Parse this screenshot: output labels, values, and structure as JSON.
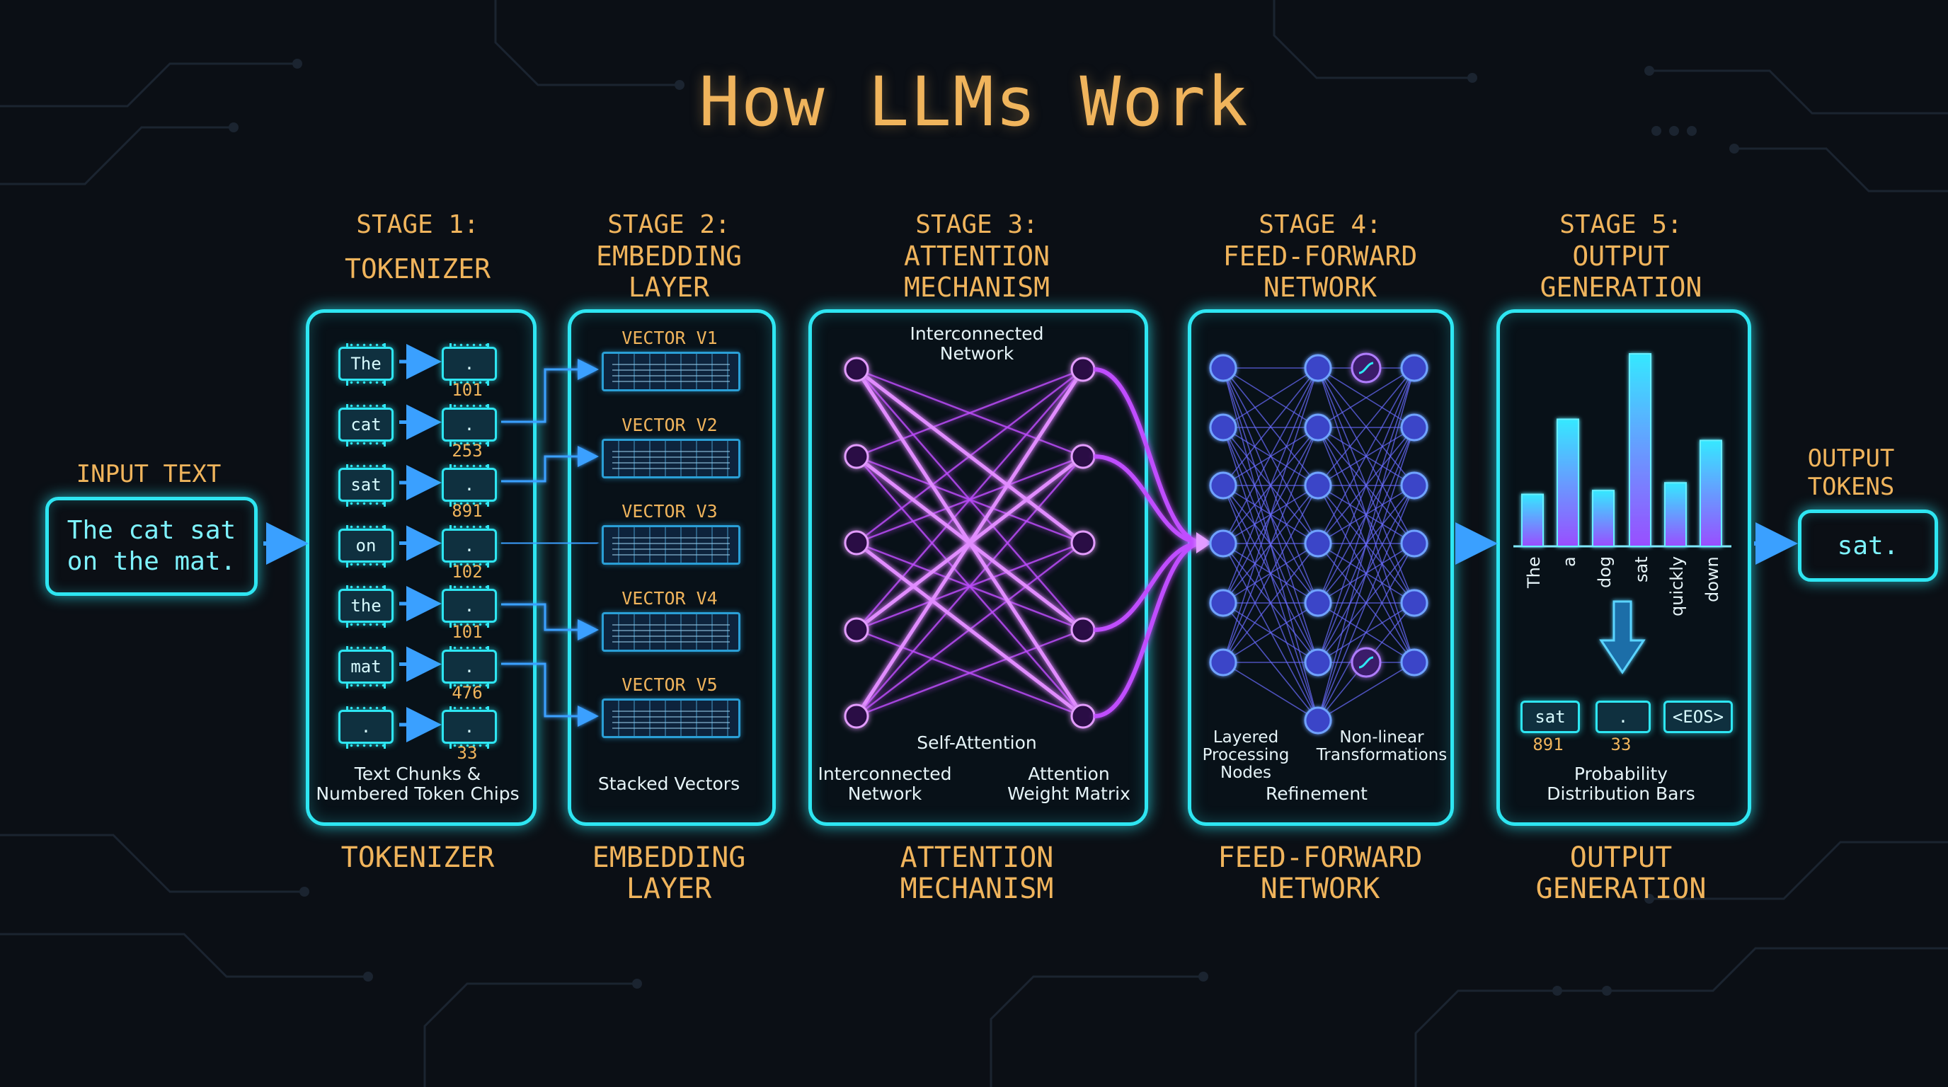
{
  "title": "How LLMs Work",
  "input": {
    "label": "INPUT TEXT",
    "line1": "The cat sat",
    "line2": "on the mat."
  },
  "output": {
    "label_line1": "OUTPUT",
    "label_line2": "TOKENS",
    "value": "sat."
  },
  "stages": [
    {
      "number": "STAGE 1:",
      "title_lines": [
        "TOKENIZER"
      ],
      "footer_lines": [
        "TOKENIZER"
      ]
    },
    {
      "number": "STAGE 2:",
      "title_lines": [
        "EMBEDDING",
        "LAYER"
      ],
      "footer_lines": [
        "EMBEDDING",
        "LAYER"
      ]
    },
    {
      "number": "STAGE 3:",
      "title_lines": [
        "ATTENTION",
        "MECHANISM"
      ],
      "footer_lines": [
        "ATTENTION",
        "MECHANISM"
      ]
    },
    {
      "number": "STAGE 4:",
      "title_lines": [
        "FEED-FORWARD",
        "NETWORK"
      ],
      "footer_lines": [
        "FEED-FORWARD",
        "NETWORK"
      ]
    },
    {
      "number": "STAGE 5:",
      "title_lines": [
        "OUTPUT",
        "GENERATION"
      ],
      "footer_lines": [
        "OUTPUT",
        "GENERATION"
      ]
    }
  ],
  "tokenizer": {
    "tokens": [
      {
        "text": "The",
        "id": "101"
      },
      {
        "text": "cat",
        "id": "253"
      },
      {
        "text": "sat",
        "id": "891"
      },
      {
        "text": "on",
        "id": "102"
      },
      {
        "text": "the",
        "id": "101"
      },
      {
        "text": "mat",
        "id": "476"
      },
      {
        "text": ".",
        "id": "33"
      }
    ],
    "chip_glyph": ".",
    "caption_line1": "Text Chunks &",
    "caption_line2": "Numbered Token Chips"
  },
  "embedding": {
    "vectors": [
      "VECTOR V1",
      "VECTOR V2",
      "VECTOR V3",
      "VECTOR V4",
      "VECTOR V5"
    ],
    "caption": "Stacked Vectors"
  },
  "attention": {
    "top_line1": "Interconnected",
    "top_line2": "Network",
    "middle_label": "Self-Attention",
    "bottom_left_line1": "Interconnected",
    "bottom_left_line2": "Network",
    "bottom_right_line1": "Attention",
    "bottom_right_line2": "Weight Matrix"
  },
  "feedforward": {
    "left_line1": "Layered",
    "left_line2": "Processing",
    "left_line3": "Nodes",
    "right_line1": "Non-linear",
    "right_line2": "Transformations",
    "bottom": "Refinement"
  },
  "output_generation": {
    "bars": [
      {
        "label": "The",
        "value": 0.27
      },
      {
        "label": "a",
        "value": 0.66
      },
      {
        "label": "dog",
        "value": 0.29
      },
      {
        "label": "sat",
        "value": 1.0
      },
      {
        "label": "quickly",
        "value": 0.33
      },
      {
        "label": "down",
        "value": 0.55
      }
    ],
    "tokens": [
      {
        "text": "sat",
        "id": "891"
      },
      {
        "text": ".",
        "id": "33"
      },
      {
        "text": "<EOS>",
        "id": ""
      }
    ],
    "caption_line1": "Probability",
    "caption_line2": "Distribution Bars"
  },
  "colors": {
    "cyan": "#2ee6f2",
    "orange": "#f0b45c",
    "purple": "#c04dff",
    "blue": "#3aa0ff",
    "background": "#0b0f15"
  }
}
